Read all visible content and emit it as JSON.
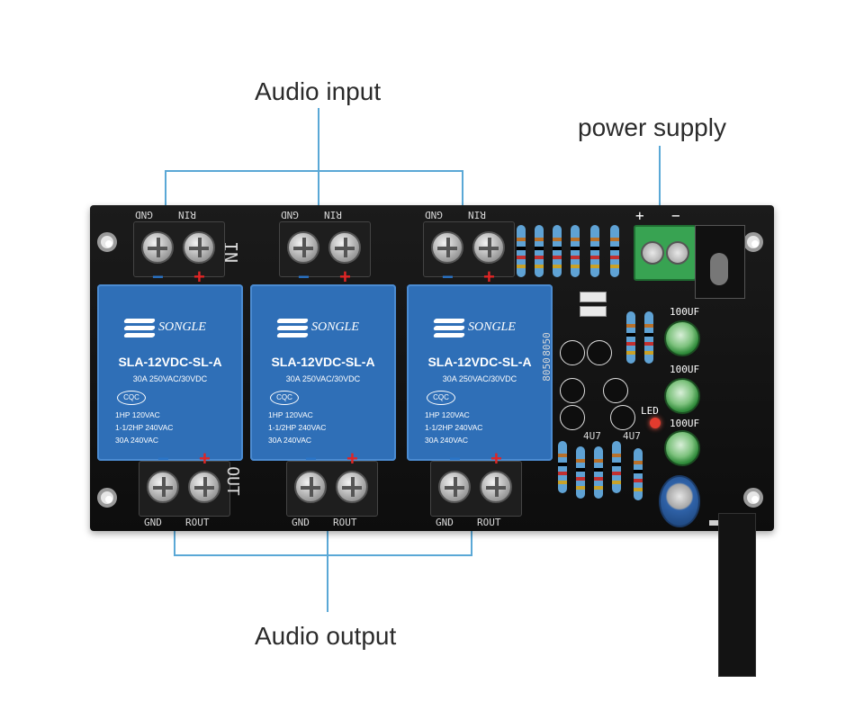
{
  "callouts": {
    "audio_input": "Audio input",
    "power_supply": "power supply",
    "audio_output": "Audio output"
  },
  "board": {
    "silk_top_labels": [
      "GND",
      "RIN",
      "GND",
      "RIN",
      "GND",
      "RIN"
    ],
    "silk_bottom_labels": [
      "GND",
      "ROUT",
      "GND",
      "ROUT",
      "GND",
      "ROUT"
    ],
    "side_in": "IN",
    "side_out": "OUT",
    "power_plus": "+",
    "power_minus": "−",
    "led_label": "LED",
    "cap_labels": [
      "100UF",
      "100UF",
      "100UF"
    ],
    "transistor_labels": [
      "8050",
      "8050",
      "4U7",
      "4U7"
    ],
    "relays": [
      {
        "brand": "SONGLE",
        "model": "SLA-12VDC-SL-A",
        "rating": "30A  250VAC/30VDC",
        "cert": "CQC",
        "line1": "1HP 120VAC",
        "line2": "1-1/2HP 240VAC",
        "line3": "30A 240VAC"
      },
      {
        "brand": "SONGLE",
        "model": "SLA-12VDC-SL-A",
        "rating": "30A  250VAC/30VDC",
        "cert": "CQC",
        "line1": "1HP 120VAC",
        "line2": "1-1/2HP 240VAC",
        "line3": "30A 240VAC"
      },
      {
        "brand": "SONGLE",
        "model": "SLA-12VDC-SL-A",
        "rating": "30A  250VAC/30VDC",
        "cert": "CQC",
        "line1": "1HP 120VAC",
        "line2": "1-1/2HP 240VAC",
        "line3": "30A 240VAC"
      }
    ]
  },
  "colors": {
    "leader_line": "#5aa8d6",
    "board": "#111111",
    "relay": "#2f6fb7",
    "power_terminal": "#38a352"
  }
}
